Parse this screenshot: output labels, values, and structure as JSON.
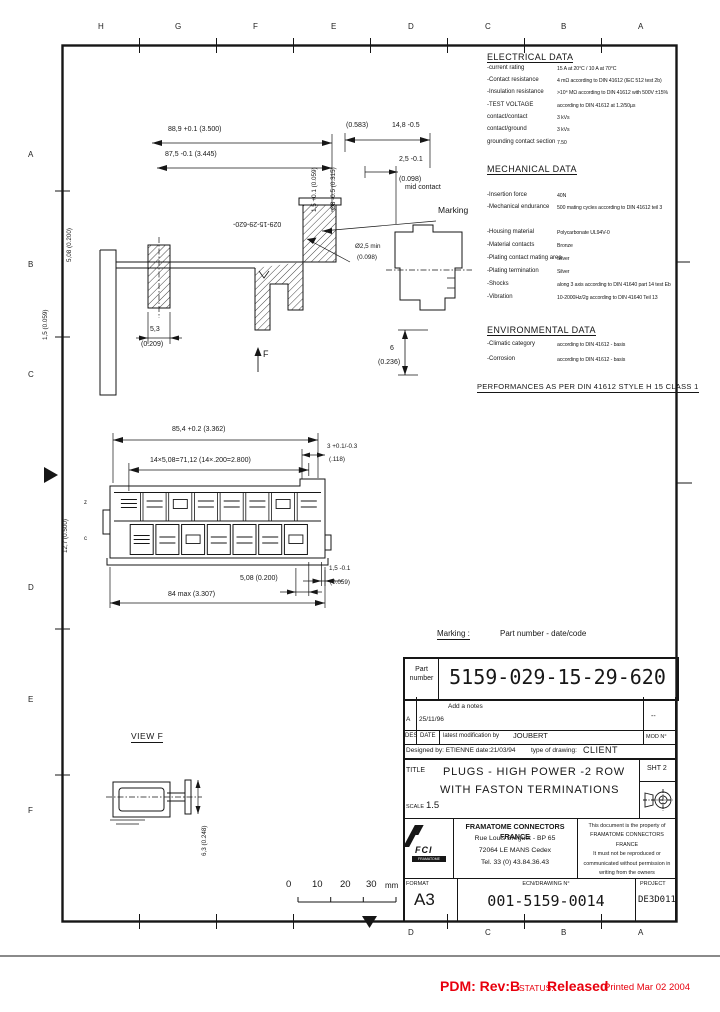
{
  "colors": {
    "ink": "#161616",
    "status_red": "#e8000d",
    "paper": "#ffffff"
  },
  "grid": {
    "top": [
      "H",
      "G",
      "F",
      "E",
      "D",
      "C",
      "B",
      "A"
    ],
    "bottom": [
      "D",
      "C",
      "B",
      "A"
    ],
    "left": [
      "A",
      "B",
      "C",
      "D",
      "E",
      "F"
    ]
  },
  "electrical": {
    "heading": "ELECTRICAL DATA",
    "rows": [
      {
        "label": "-current rating",
        "value": "15 A at 20°C / 10 A at 70°C"
      },
      {
        "label": "-Contact resistance",
        "value": "4 mΩ according to DIN 41612 (IEC 512 test 2b)"
      },
      {
        "label": "-Insulation resistance",
        "value": ">10⁴ MΩ according to DIN 41612 with 500V ±15%"
      },
      {
        "label": "-TEST VOLTAGE",
        "value": "according to DIN 41612 at 1.2/50µs"
      },
      {
        "label": "contact/contact",
        "value": "3 kVs"
      },
      {
        "label": "contact/ground",
        "value": "3 kVs"
      },
      {
        "label": "grounding contact section",
        "value": "7.50"
      }
    ]
  },
  "mechanical": {
    "heading": "MECHANICAL DATA",
    "rows": [
      {
        "label": "-Insertion force",
        "value": "40N"
      },
      {
        "label": "-Mechanical endurance",
        "value": "500 mating cycles according to DIN 41612 teil 3"
      },
      {
        "label": "-Housing material",
        "value": "Polycarbonate UL94V-0"
      },
      {
        "label": "-Material contacts",
        "value": "Bronze"
      },
      {
        "label": "-Plating contact mating area",
        "value": "Silver"
      },
      {
        "label": "-Plating termination",
        "value": "Silver"
      },
      {
        "label": "-Shocks",
        "value": "along 3 axis according to DIN 41640 part 14 test Eb"
      },
      {
        "label": "-Vibration",
        "value": "10-2000Hz/2g according to DIN 41640 Teil 13"
      }
    ]
  },
  "environmental": {
    "heading": "ENVIRONMENTAL DATA",
    "rows": [
      {
        "label": "-Climatic category",
        "value": "according to DIN 41612 - basis"
      },
      {
        "label": "-Corrosion",
        "value": "according to DIN 41612 - basis"
      }
    ]
  },
  "performance_note": "PERFORMANCES AS PER DIN 41612 STYLE H 15 CLASS 1",
  "marking_note": {
    "label": "Marking :",
    "text": "Part number - date/code"
  },
  "part_box": {
    "label_line1": "Part",
    "label_line2": "number",
    "number": "5159-029-15-29-620"
  },
  "revisions": {
    "iss": "A",
    "date": "25/11/96",
    "note": "Add a notes",
    "by_dash": "--",
    "h_iss": "DES",
    "h_date": "DATE",
    "h_note": "latest modification by",
    "h_by": "JOUBERT",
    "mod_no": "MOD N°",
    "designed": "Designed by: ETIENNE   date:21/03/94",
    "type_label": "type of drawing:",
    "type_value": "CLIENT"
  },
  "title_block": {
    "label": "TITLE",
    "line1": "PLUGS - HIGH POWER  -2 ROW",
    "line2": "WITH FASTON TERMINATIONS",
    "scale_label": "SCALE",
    "scale_value": "1.5",
    "sheet": "SHT 2"
  },
  "company": {
    "logo": "FCI",
    "logo_sub": "FRAMATOME",
    "name": "FRAMATOME CONNECTORS FRANCE",
    "address1": "Rue Louis Breguet - BP 65",
    "address2": "72064 LE MANS Cedex",
    "address3": "Tel. 33 (0) 43.84.36.43",
    "property": [
      "This document is the property of",
      "FRAMATOME CONNECTORS FRANCE",
      "It must not be reproduced or",
      "communicated without permission in",
      "writing from the owners"
    ],
    "format_label": "FORMAT",
    "format_value": "A3",
    "dwg_label": "ECN/DRAWING N°",
    "dwg_value": "001-5159-0014",
    "project_label": "PROJECT",
    "project_value": "DE3D011"
  },
  "footer": {
    "pdm": "PDM: Rev:B",
    "status_label": "STATUS:",
    "status_value": "Released",
    "printed": "Printed Mar 02 2004"
  },
  "ruler": {
    "t0": "0",
    "t1": "10",
    "t2": "20",
    "t3": "30",
    "unit": "mm"
  },
  "view_f": {
    "label": "VIEW F",
    "dim": "6,3  (0.248)"
  },
  "d1": {
    "dim_a": "88,9 +0.1  (3.500)",
    "dim_b": "87,5 -0.1  (3.445)",
    "note": "mid contact",
    "dim_c_in": "(0.583)",
    "dim_c": "14,8 -0.5",
    "dim_d": "2,5 -0.1",
    "dim_d_in": "(0.098)",
    "dim_e": "Ø8 -0.5  (0.315)",
    "dim_f": "1,5 +0.1  (0.059)",
    "marking": "Marking",
    "mirror": "029-15-29-620-",
    "dim_g": "Ø2,5 min",
    "dim_g_in": "(0.098)",
    "dim_h": "5,3",
    "dim_h_in": "(0.209)",
    "dim_i": "6",
    "dim_i_in": "(0.236)",
    "view": "F",
    "dim_j": "5,08  (0.200)",
    "dim_k": "1,5  (0.059)"
  },
  "d2": {
    "dim_a": "85,4 +0.2  (3.362)",
    "dim_b": "14×5,08=71,12  (14×.200=2.800)",
    "dim_c": "3 +0.1/-0.3",
    "dim_c_in": "(.118)",
    "dim_d": "5,08  (0.200)",
    "dim_e": "1,5 -0.1",
    "dim_e_in": "(0.059)",
    "dim_f": "84 max  (3.307)",
    "dim_g": "12,7  (0.500)",
    "row1": "z",
    "row2": "c"
  }
}
